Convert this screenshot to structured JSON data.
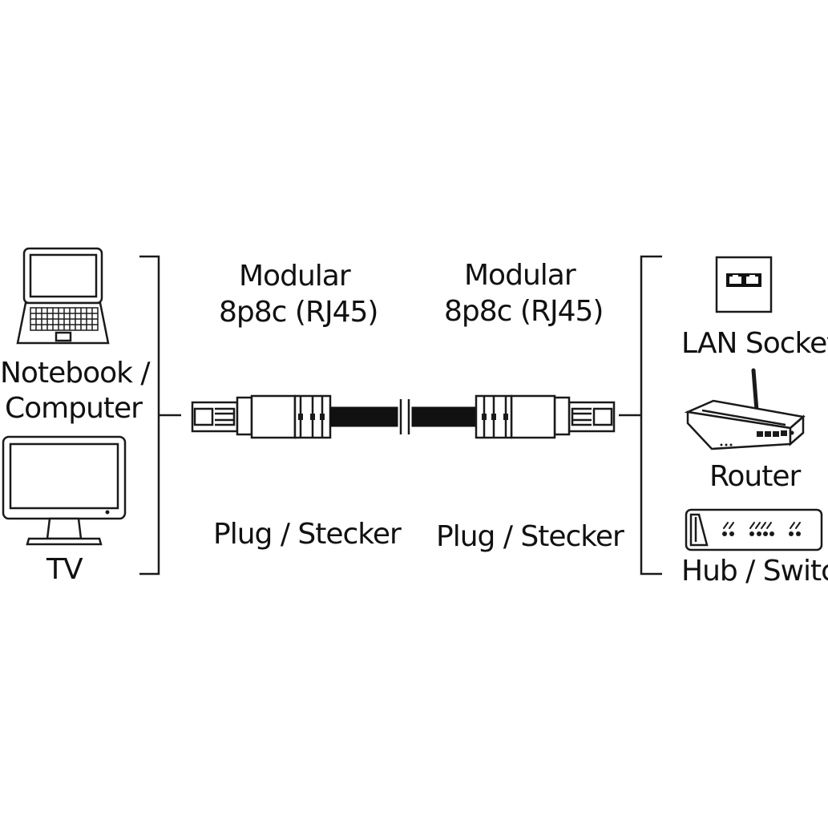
{
  "left": {
    "notebook_label_line1": "Notebook /",
    "notebook_label_line2": "Computer",
    "tv_label": "TV"
  },
  "connector_left": {
    "type_line1": "Modular",
    "type_line2": "8p8c (RJ45)",
    "plug_label": "Plug / Stecker"
  },
  "connector_right": {
    "type_line1": "Modular",
    "type_line2": "8p8c (RJ45)",
    "plug_label": "Plug / Stecker"
  },
  "right": {
    "lan_label": "LAN Socket",
    "router_label": "Router",
    "hub_label": "Hub / Switch"
  },
  "icons": {
    "notebook": "laptop-icon",
    "tv": "monitor-icon",
    "lan": "lan-socket-icon",
    "router": "router-icon",
    "hub": "switch-icon",
    "plug": "rj45-plug-icon"
  }
}
